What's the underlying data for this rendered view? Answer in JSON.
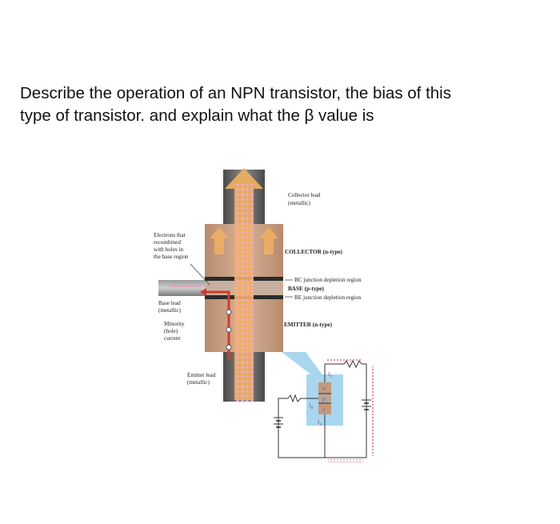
{
  "question": {
    "line1": "Describe the operation of an NPN transistor, the bias of this",
    "line2": "type of transistor.  and explain what the β value is"
  },
  "diagram": {
    "labels": {
      "collector_lead": [
        "Collector lead",
        "(metallic)"
      ],
      "collector": "COLLECTOR (n-type)",
      "bc_depletion": "BC junction depletion region",
      "base": "BASE (p-type)",
      "be_depletion": "BE junction depletion region",
      "emitter": "EMITTER (n-type)",
      "electrons_recombined": [
        "Electrons that",
        "recombined",
        "with holes in",
        "the base region"
      ],
      "base_lead": [
        "Base lead",
        "(metallic)"
      ],
      "minority_current": [
        "Minority",
        "(hole)",
        "current"
      ],
      "emitter_lead": [
        "Emitter lead",
        "(metallic)"
      ]
    },
    "circuit": {
      "ic": "I",
      "ic_sub": "C",
      "ib": "I",
      "ib_sub": "B",
      "ie": "I",
      "ie_sub": "E",
      "layers": [
        "n",
        "p",
        "n"
      ]
    },
    "colors": {
      "block": "#c49a7c",
      "lead": "#6b6b6b",
      "electron": "#f2a8c6",
      "arrow": "#f0b060",
      "hole_current": "#d23a2a",
      "junction": "#2a2a2a",
      "light_blue": "#a9d6ee"
    }
  }
}
